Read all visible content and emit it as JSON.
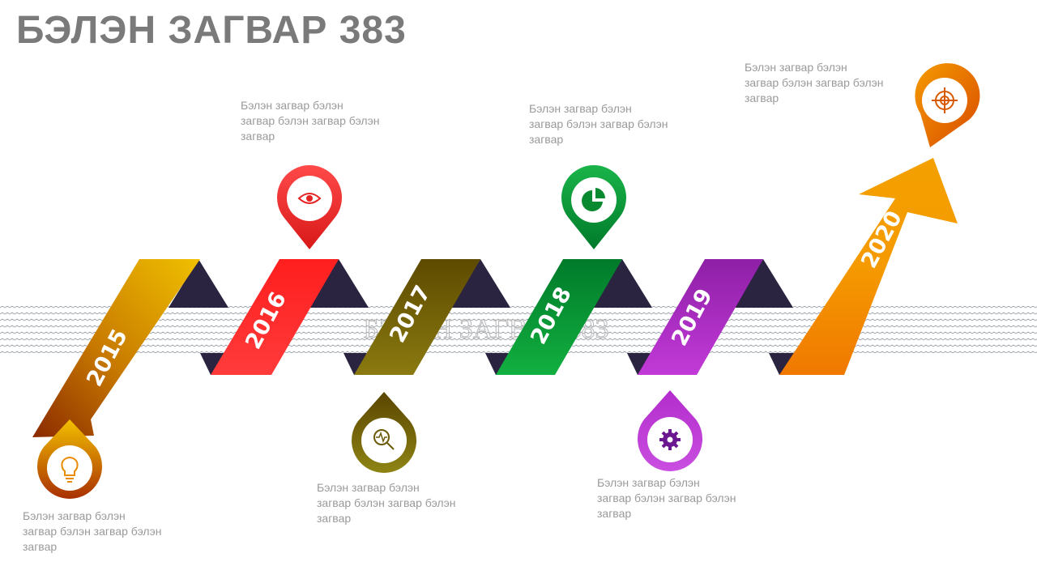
{
  "title": "БЭЛЭН ЗАГВАР 383",
  "watermark": "БЭЛЭН ЗАГВАР 383",
  "milestones": [
    {
      "year": "2015",
      "icon": "lightbulb-icon",
      "color": "#e6a400",
      "lines": [
        "Бэлэн загвар бэлэн",
        "загвар бэлэн загвар бэлэн",
        "загвар"
      ]
    },
    {
      "year": "2016",
      "icon": "eye-icon",
      "color": "#ef2b2b",
      "lines": [
        "Бэлэн загвар бэлэн",
        "загвар бэлэн загвар бэлэн",
        "загвар"
      ]
    },
    {
      "year": "2017",
      "icon": "magnifier-pulse-icon",
      "color": "#7a6a08",
      "lines": [
        "Бэлэн загвар бэлэн",
        "загвар бэлэн загвар бэлэн",
        "загвар"
      ]
    },
    {
      "year": "2018",
      "icon": "pie-chart-icon",
      "color": "#0c9a32",
      "lines": [
        "Бэлэн загвар бэлэн",
        "загвар бэлэн загвар бэлэн",
        "загвар"
      ]
    },
    {
      "year": "2019",
      "icon": "gear-icon",
      "color": "#a323c4",
      "lines": [
        "Бэлэн загвар бэлэн",
        "загвар бэлэн загвар бэлэн",
        "загвар"
      ]
    },
    {
      "year": "2020",
      "icon": "target-icon",
      "color": "#f39200",
      "lines": [
        "Бэлэн загвар бэлэн",
        "загвар бэлэн загвар бэлэн",
        "загвар"
      ]
    }
  ],
  "colors": {
    "fold": "#2a2440",
    "title": "#7a7a7a",
    "text": "#9a9a9a"
  }
}
